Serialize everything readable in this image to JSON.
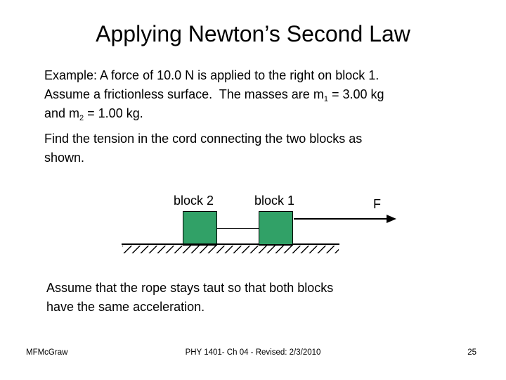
{
  "slide": {
    "title": "Applying Newton’s Second Law",
    "body": {
      "p1": {
        "l1": "Example: A force of 10.0 N is applied to the right on block 1.",
        "l2a": "Assume a frictionless surface.  The masses are m",
        "l2sub": "1",
        "l2b": " = 3.00 kg",
        "l3a": "and m",
        "l3sub": "2",
        "l3b": " = 1.00 kg."
      },
      "p2": {
        "l1": "Find the tension in the cord connecting the two blocks as",
        "l2": "shown."
      },
      "p3": {
        "l1": "Assume that the rope stays taut so that both blocks",
        "l2": "have the same acceleration."
      }
    },
    "diagram": {
      "block2_label": "block 2",
      "block1_label": "block 1",
      "force_label": "F",
      "block_fill_color": "#31A167",
      "outline_color": "#000000",
      "applied_force": "10.0 N",
      "mass_block1_kg": "3.00",
      "mass_block2_kg": "1.00"
    },
    "footer": {
      "author": "MFMcGraw",
      "course": "PHY 1401- Ch 04 - Revised: 2/3/2010",
      "page_number": "25"
    }
  }
}
